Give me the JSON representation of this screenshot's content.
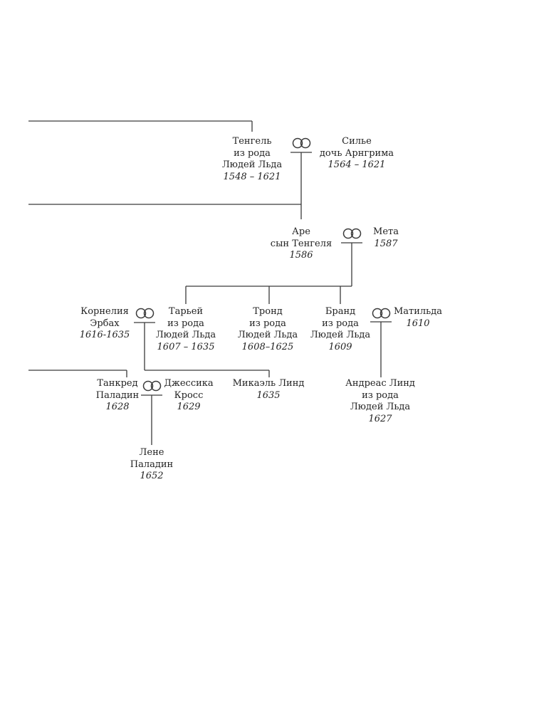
{
  "persons": {
    "tengel": {
      "name1": "Тенгель",
      "name2": "из рода",
      "name3": "Людей Льда",
      "years": "1548 – 1621"
    },
    "silje": {
      "name1": "Силье",
      "name2": "дочь Арнгрима",
      "years": "1564 – 1621"
    },
    "are": {
      "name1": "Аре",
      "name2": "сын Тенгеля",
      "years": "1586"
    },
    "meta": {
      "name1": "Мета",
      "years": "1587"
    },
    "kornelia": {
      "name1": "Корнелия",
      "name2": "Эрбах",
      "years": "1616-1635"
    },
    "tarjei": {
      "name1": "Тарьей",
      "name2": "из рода",
      "name3": "Людей Льда",
      "years": "1607 – 1635"
    },
    "trond": {
      "name1": "Тронд",
      "name2": "из рода",
      "name3": "Людей Льда",
      "years": "1608–1625"
    },
    "brand": {
      "name1": "Бранд",
      "name2": "из рода",
      "name3": "Людей Льда",
      "years": "1609"
    },
    "matilda": {
      "name1": "Матильда",
      "years": "1610"
    },
    "tankred": {
      "name1": "Танкред",
      "name2": "Паладин",
      "years": "1628"
    },
    "jessica": {
      "name1": "Джессика",
      "name2": "Кросс",
      "years": "1629"
    },
    "mikael": {
      "name1": "Микаэль Линд",
      "years": "1635"
    },
    "andreas": {
      "name1": "Андреас Линд",
      "name2": "из рода",
      "name3": "Людей Льда",
      "years": "1627"
    },
    "lene": {
      "name1": "Лене",
      "name2": "Паладин",
      "years": "1652"
    }
  }
}
